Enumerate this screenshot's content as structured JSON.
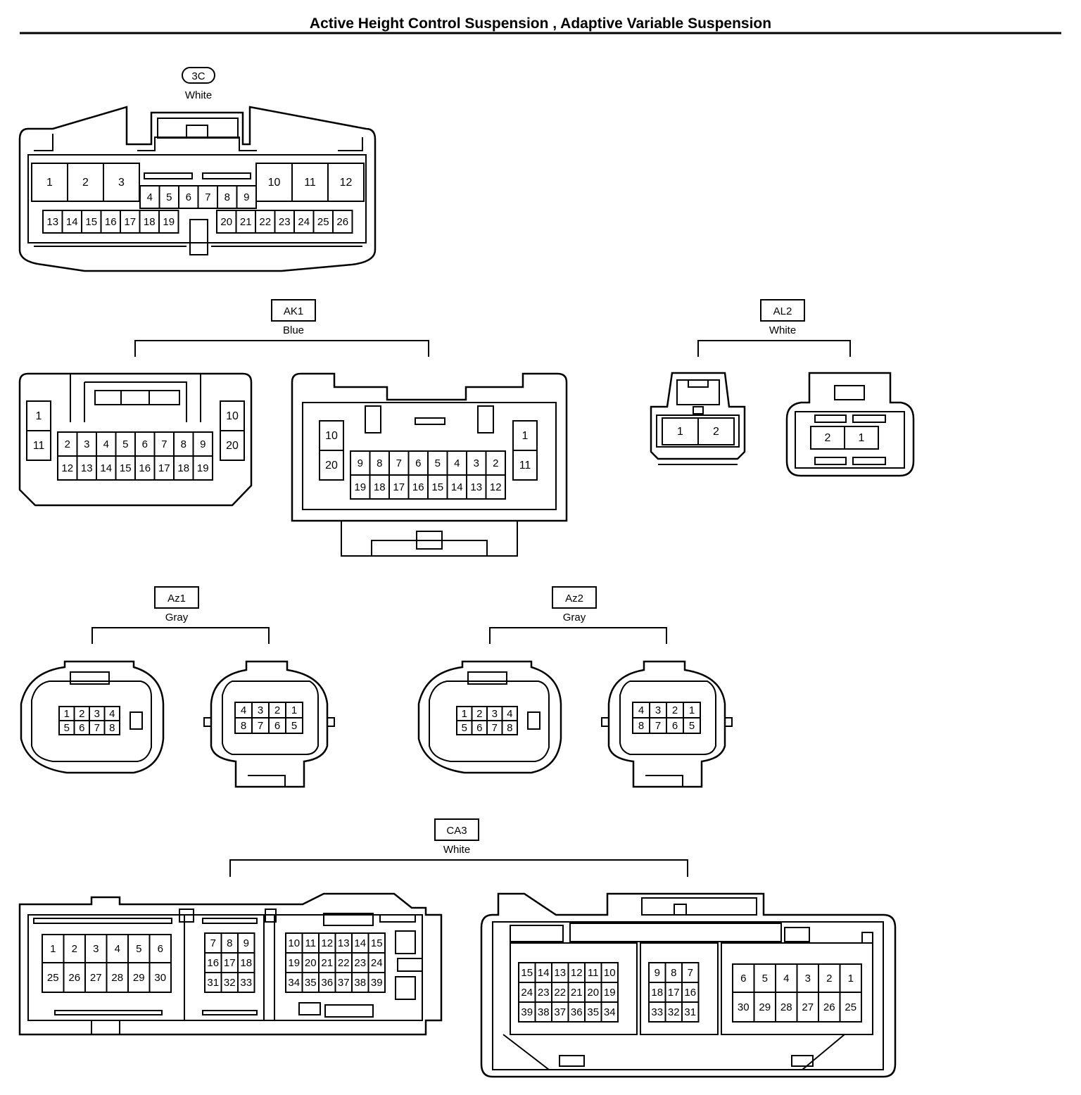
{
  "title": "Active Height Control Suspension , Adaptive Variable Suspension",
  "connectors": {
    "c3c": {
      "code": "3C",
      "color": "White",
      "pins_large": [
        "1",
        "2",
        "3",
        "10",
        "11",
        "12"
      ],
      "pins_top": [
        "4",
        "5",
        "6",
        "7",
        "8",
        "9"
      ],
      "pins_bottom": [
        "13",
        "14",
        "15",
        "16",
        "17",
        "18",
        "19",
        "20",
        "21",
        "22",
        "23",
        "24",
        "25",
        "26"
      ]
    },
    "ak1": {
      "code": "AK1",
      "color": "Blue",
      "female_top": [
        "2",
        "3",
        "4",
        "5",
        "6",
        "7",
        "8",
        "9"
      ],
      "female_bottom": [
        "12",
        "13",
        "14",
        "15",
        "16",
        "17",
        "18",
        "19"
      ],
      "female_side": [
        "1",
        "11",
        "10",
        "20"
      ],
      "male_top": [
        "9",
        "8",
        "7",
        "6",
        "5",
        "4",
        "3",
        "2"
      ],
      "male_bottom": [
        "19",
        "18",
        "17",
        "16",
        "15",
        "14",
        "13",
        "12"
      ],
      "male_side": [
        "10",
        "20",
        "1",
        "11"
      ]
    },
    "al2": {
      "code": "AL2",
      "color": "White",
      "female_pins": [
        "1",
        "2"
      ],
      "male_pins": [
        "2",
        "1"
      ]
    },
    "az1": {
      "code": "Az1",
      "color": "Gray",
      "female_top": [
        "1",
        "2",
        "3",
        "4"
      ],
      "female_bottom": [
        "5",
        "6",
        "7",
        "8"
      ],
      "male_top": [
        "4",
        "3",
        "2",
        "1"
      ],
      "male_bottom": [
        "8",
        "7",
        "6",
        "5"
      ]
    },
    "az2": {
      "code": "Az2",
      "color": "Gray",
      "female_top": [
        "1",
        "2",
        "3",
        "4"
      ],
      "female_bottom": [
        "5",
        "6",
        "7",
        "8"
      ],
      "male_top": [
        "4",
        "3",
        "2",
        "1"
      ],
      "male_bottom": [
        "8",
        "7",
        "6",
        "5"
      ]
    },
    "ca3": {
      "code": "CA3",
      "color": "White",
      "f_left_top": [
        "1",
        "2",
        "3",
        "4",
        "5",
        "6"
      ],
      "f_left_bottom": [
        "25",
        "26",
        "27",
        "28",
        "29",
        "30"
      ],
      "f_mid_r1": [
        "7",
        "8",
        "9"
      ],
      "f_mid_r2": [
        "16",
        "17",
        "18"
      ],
      "f_mid_r3": [
        "31",
        "32",
        "33"
      ],
      "f_right_r1": [
        "10",
        "11",
        "12",
        "13",
        "14",
        "15"
      ],
      "f_right_r2": [
        "19",
        "20",
        "21",
        "22",
        "23",
        "24"
      ],
      "f_right_r3": [
        "34",
        "35",
        "36",
        "37",
        "38",
        "39"
      ],
      "m_left_r1": [
        "15",
        "14",
        "13",
        "12",
        "11",
        "10"
      ],
      "m_left_r2": [
        "24",
        "23",
        "22",
        "21",
        "20",
        "19"
      ],
      "m_left_r3": [
        "39",
        "38",
        "37",
        "36",
        "35",
        "34"
      ],
      "m_mid_r1": [
        "9",
        "8",
        "7"
      ],
      "m_mid_r2": [
        "18",
        "17",
        "16"
      ],
      "m_mid_r3": [
        "33",
        "32",
        "31"
      ],
      "m_right_top": [
        "6",
        "5",
        "4",
        "3",
        "2",
        "1"
      ],
      "m_right_bottom": [
        "30",
        "29",
        "28",
        "27",
        "26",
        "25"
      ]
    }
  }
}
